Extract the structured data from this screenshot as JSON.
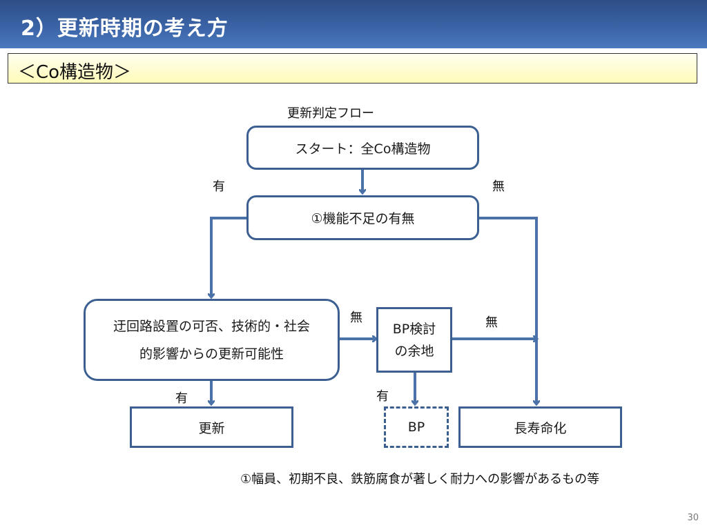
{
  "header": {
    "title": "2）更新時期の考え方"
  },
  "subheader": {
    "text": "＜Co構造物＞"
  },
  "flow": {
    "title": "更新判定フロー",
    "start": "スタート：全Co構造物",
    "q1": "①機能不足の有無",
    "q2_line1": "迂回路設置の可否、技術的・社会",
    "q2_line2": "的影響からの更新可能性",
    "q3_line1": "BP検討",
    "q3_line2": "の余地",
    "renew": "更新",
    "bp": "BP",
    "extend": "長寿命化",
    "labels": {
      "q1_yes": "有",
      "q1_no": "無",
      "q2_no": "無",
      "q3_no": "無",
      "q2_yes": "有",
      "q3_yes": "有"
    },
    "colors": {
      "line": "#4a72a8",
      "box_border": "#3b5f91"
    }
  },
  "footnote": "①幅員、初期不良、鉄筋腐食が著しく耐力への影響があるもの等",
  "page_number": "30"
}
